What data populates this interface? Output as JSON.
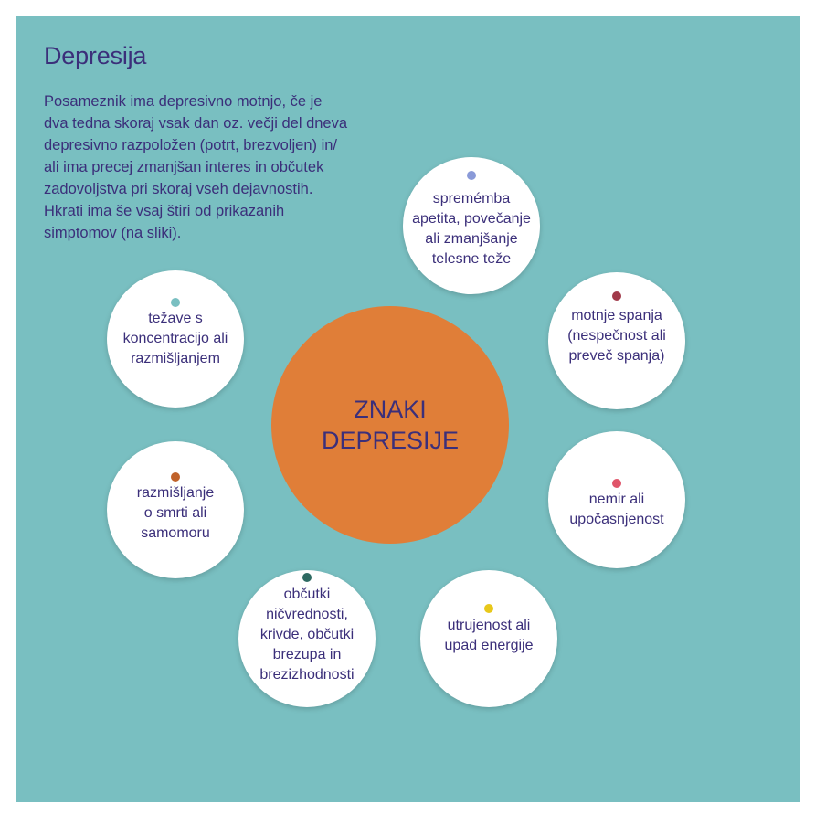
{
  "title": "Depresija",
  "intro": "Posameznik ima depresivno motnjo, če je\ndva tedna skoraj vsak dan oz. večji del dneva\ndepresivno razpoložen (potrt, brezvoljen) in/\nali ima precej zmanjšan interes in občutek\nzadovoljstva pri skoraj vseh dejavnostih.\nHkrati ima še vsaj štiri od prikazanih\nsimptomov (na sliki).",
  "center_label": "ZNAKI\nDEPRESIJE",
  "colors": {
    "background": "#79bfc1",
    "center": "#e07e38",
    "text": "#3b2f7a"
  },
  "symptoms": [
    {
      "label": "spremémba\napetita, povečanje\nali zmanjšanje\ntelesne teže",
      "dot_color": "#8a9ad8"
    },
    {
      "label": "motnje spanja\n(nespečnost ali\npreveč spanja)",
      "dot_color": "#a13a4a"
    },
    {
      "label": "nemir ali\nupočasnjenost",
      "dot_color": "#e0556a"
    },
    {
      "label": "utrujenost ali\nupad energije",
      "dot_color": "#e8c81a"
    },
    {
      "label": "občutki\nničvrednosti,\nkrivde, občutki\nbrezupa in\nbrezizhodnosti",
      "dot_color": "#2e6a62"
    },
    {
      "label": "razmišljanje\no smrti ali\nsamomoru",
      "dot_color": "#c0622a"
    },
    {
      "label": "težave s\nkoncentracijo ali\nrazmišljanjem",
      "dot_color": "#79bfc1"
    }
  ]
}
